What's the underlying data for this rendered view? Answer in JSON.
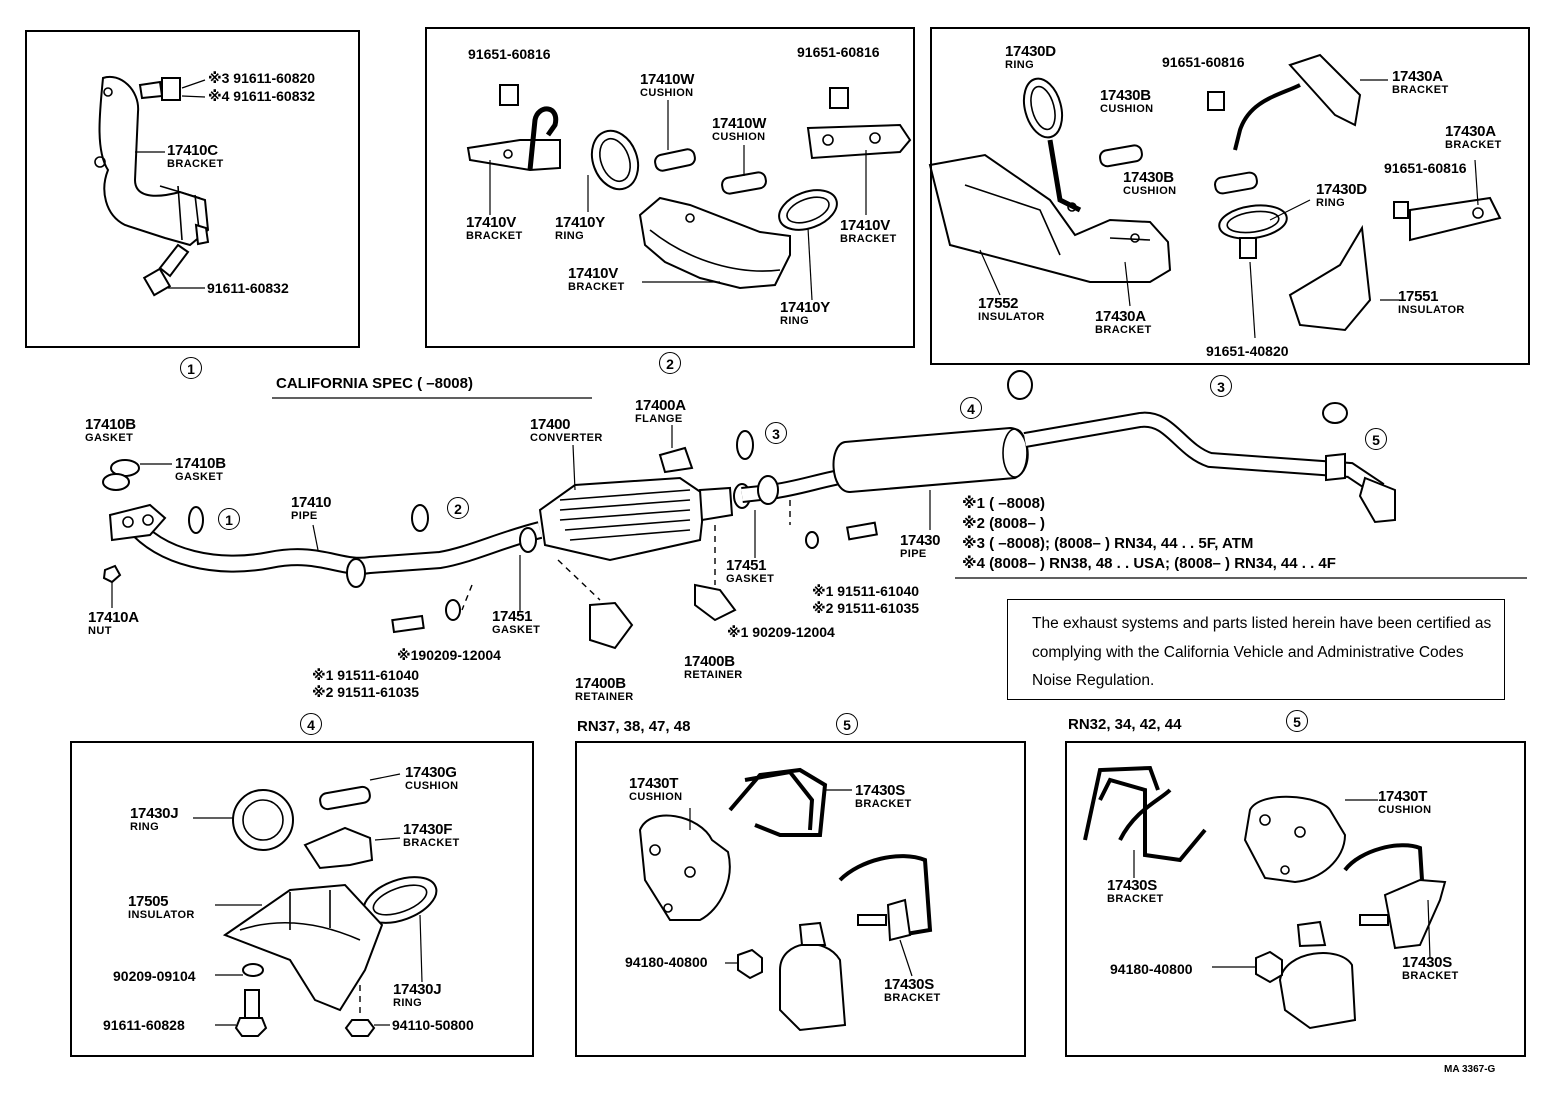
{
  "header": {
    "california_spec": "CALIFORNIA SPEC  (        –8008)"
  },
  "circled": {
    "c1": "1",
    "c2": "2",
    "c3": "3",
    "c4": "4",
    "c5": "5"
  },
  "panel1": {
    "a": {
      "mark": "※3",
      "part": "91611-60820"
    },
    "b": {
      "mark": "※4",
      "part": "91611-60832"
    },
    "c": {
      "part": "17410C",
      "name": "BRACKET"
    },
    "d": {
      "part": "91611-60832"
    }
  },
  "panel2": {
    "bolt_left": "91651-60816",
    "bolt_right": "91651-60816",
    "cushion_a": {
      "part": "17410W",
      "name": "CUSHION"
    },
    "cushion_b": {
      "part": "17410W",
      "name": "CUSHION"
    },
    "bracket_left": {
      "part": "17410V",
      "name": "BRACKET"
    },
    "ring_left": {
      "part": "17410Y",
      "name": "RING"
    },
    "bracket_right": {
      "part": "17410V",
      "name": "BRACKET"
    },
    "bracket_bottom": {
      "part": "17410V",
      "name": "BRACKET"
    },
    "ring_bottom": {
      "part": "17410Y",
      "name": "RING"
    }
  },
  "panel3": {
    "ring_top": {
      "part": "17430D",
      "name": "RING"
    },
    "bolt_top": "91651-60816",
    "bracket_top": {
      "part": "17430A",
      "name": "BRACKET"
    },
    "cushion_a": {
      "part": "17430B",
      "name": "CUSHION"
    },
    "bracket_right": {
      "part": "17430A",
      "name": "BRACKET"
    },
    "bolt_right": "91651-60816",
    "cushion_b": {
      "part": "17430B",
      "name": "CUSHION"
    },
    "ring_mid": {
      "part": "17430D",
      "name": "RING"
    },
    "insulator_left": {
      "part": "17552",
      "name": "INSULATOR"
    },
    "bracket_bottom": {
      "part": "17430A",
      "name": "BRACKET"
    },
    "insulator_right": {
      "part": "17551",
      "name": "INSULATOR"
    },
    "bolt_bottom": "91651-40820"
  },
  "main": {
    "gasket_a": {
      "part": "17410B",
      "name": "GASKET"
    },
    "gasket_b": {
      "part": "17410B",
      "name": "GASKET"
    },
    "pipe": {
      "part": "17410",
      "name": "PIPE"
    },
    "nut": {
      "part": "17410A",
      "name": "NUT"
    },
    "converter": {
      "part": "17400",
      "name": "CONVERTER"
    },
    "flange": {
      "part": "17400A",
      "name": "FLANGE"
    },
    "gasket_c": {
      "part": "17451",
      "name": "GASKET"
    },
    "gasket_d": {
      "part": "17451",
      "name": "GASKET"
    },
    "retainer_a": {
      "part": "17400B",
      "name": "RETAINER"
    },
    "retainer_b": {
      "part": "17400B",
      "name": "RETAINER"
    },
    "pipe_rear": {
      "part": "17430",
      "name": "PIPE"
    },
    "bolt_a": {
      "mark": "※1",
      "part": "90209-12004"
    },
    "bolt_b": {
      "mark": "※1",
      "part": "91511-61040"
    },
    "bolt_c": {
      "mark": "※2",
      "part": "91511-61035"
    },
    "bolt_d": {
      "mark": "※1",
      "part": "90209-12004"
    },
    "bolt_e": {
      "mark": "※1",
      "part": "91511-61040"
    },
    "bolt_f": {
      "mark": "※2",
      "part": "91511-61035"
    }
  },
  "spec_notes": [
    {
      "mark": "※1",
      "text": "(        –8008)"
    },
    {
      "mark": "※2",
      "text": "(8008–        )"
    },
    {
      "mark": "※3",
      "text": "(        –8008); (8008–        ) RN34, 44 . . 5F, ATM"
    },
    {
      "mark": "※4",
      "text": "(8008–        ) RN38, 48 . . USA; (8008–        ) RN34, 44 . . 4F"
    }
  ],
  "notice": "The exhaust systems and parts listed herein have been certified as complying with the California Vehicle and Administrative Codes Noise Regulation.",
  "panel4": {
    "cushion": {
      "part": "17430G",
      "name": "CUSHION"
    },
    "ring_a": {
      "part": "17430J",
      "name": "RING"
    },
    "bracket": {
      "part": "17430F",
      "name": "BRACKET"
    },
    "insulator": {
      "part": "17505",
      "name": "INSULATOR"
    },
    "washer": "90209-09104",
    "ring_b": {
      "part": "17430J",
      "name": "RING"
    },
    "bolt": "91611-60828",
    "nut": "94110-50800"
  },
  "panel5a": {
    "models": "RN37, 38, 47, 48",
    "cushion": {
      "part": "17430T",
      "name": "CUSHION"
    },
    "bracket_a": {
      "part": "17430S",
      "name": "BRACKET"
    },
    "nut": "94180-40800",
    "bracket_b": {
      "part": "17430S",
      "name": "BRACKET"
    }
  },
  "panel5b": {
    "models": "RN32, 34, 42, 44",
    "cushion": {
      "part": "17430T",
      "name": "CUSHION"
    },
    "bracket_a": {
      "part": "17430S",
      "name": "BRACKET"
    },
    "nut": "94180-40800",
    "bracket_b": {
      "part": "17430S",
      "name": "BRACKET"
    }
  },
  "figure_code": "MA  3367-G"
}
